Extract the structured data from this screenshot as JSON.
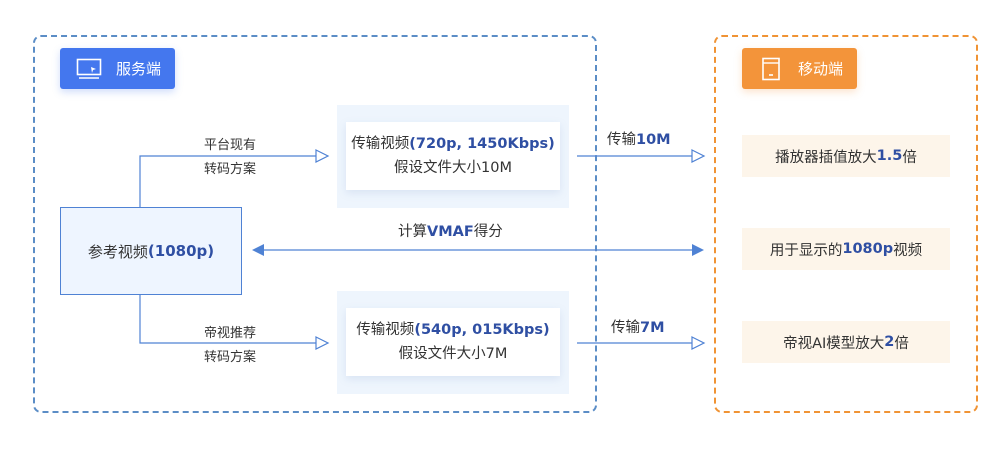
{
  "server_group": {
    "title": "服务端",
    "icon": "monitor-icon",
    "reference_video": {
      "prefix": "参考视频",
      "highlight": "(1080p)"
    },
    "branch_top": {
      "line1": "平台现有",
      "line2": "转码方案"
    },
    "branch_bottom": {
      "line1": "帝视推荐",
      "line2": "转码方案"
    },
    "output_top": {
      "prefix": "传输视频",
      "highlight": "(720p, 1450Kbps)",
      "line2": "假设文件大小10M"
    },
    "output_bottom": {
      "prefix": "传输视频",
      "highlight": "(540p, 015Kbps)",
      "line2": "假设文件大小7M"
    }
  },
  "transfer": {
    "top": {
      "prefix": "传输",
      "highlight": "10M"
    },
    "bottom": {
      "prefix": "传输",
      "highlight": "7M"
    },
    "vmaf": {
      "prefix": "计算",
      "highlight": "VMAF",
      "suffix": "得分"
    }
  },
  "mobile_group": {
    "title": "移动端",
    "icon": "mobile-device-icon",
    "cards": [
      {
        "prefix": "播放器插值放大",
        "highlight": "1.5",
        "suffix": "倍"
      },
      {
        "prefix": "用于显示的",
        "highlight": "1080p",
        "suffix": "视频"
      },
      {
        "prefix": "帝视AI模型放大",
        "highlight": "2",
        "suffix": "倍"
      }
    ]
  },
  "colors": {
    "server_accent": "#4477ee",
    "mobile_accent": "#f3943a",
    "highlight_text": "#2f4fa3",
    "connector": "#4f82d4"
  }
}
